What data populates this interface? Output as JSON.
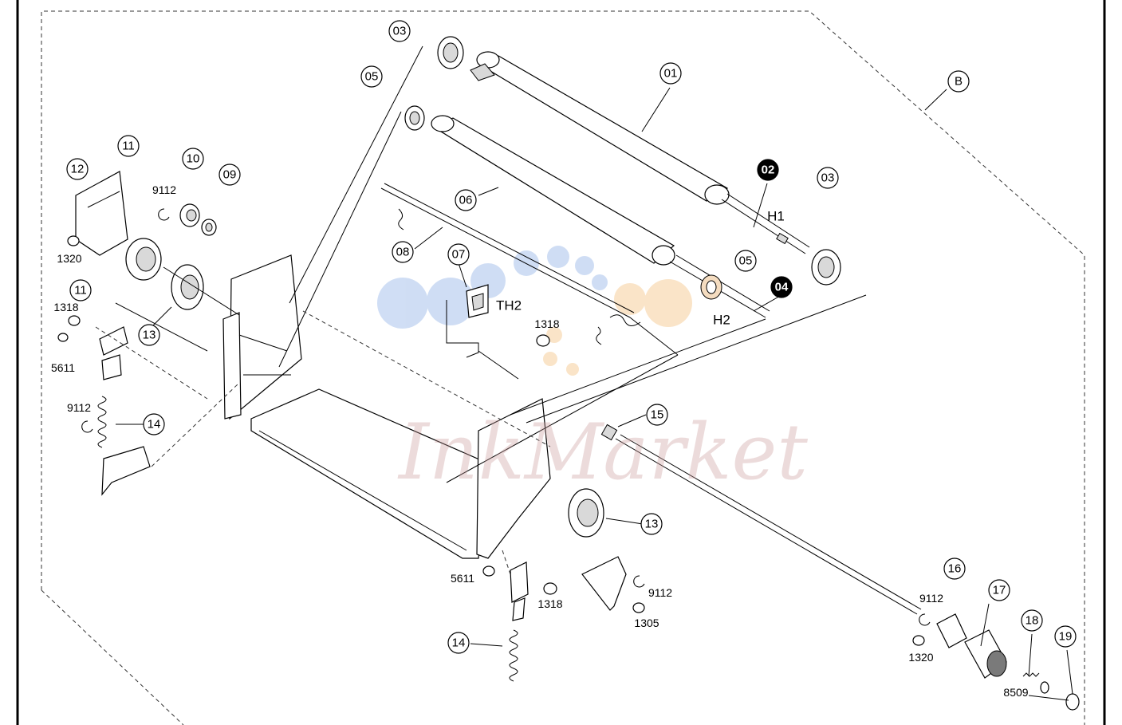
{
  "section_label": "B",
  "callouts": [
    {
      "id": "c01",
      "text": "01",
      "filled": false
    },
    {
      "id": "c02",
      "text": "02",
      "filled": true
    },
    {
      "id": "c03a",
      "text": "03",
      "filled": false
    },
    {
      "id": "c03b",
      "text": "03",
      "filled": false
    },
    {
      "id": "c04",
      "text": "04",
      "filled": true
    },
    {
      "id": "c05a",
      "text": "05",
      "filled": false
    },
    {
      "id": "c05b",
      "text": "05",
      "filled": false
    },
    {
      "id": "c06",
      "text": "06",
      "filled": false
    },
    {
      "id": "c07",
      "text": "07",
      "filled": false
    },
    {
      "id": "c08",
      "text": "08",
      "filled": false
    },
    {
      "id": "c09",
      "text": "09",
      "filled": false
    },
    {
      "id": "c10",
      "text": "10",
      "filled": false
    },
    {
      "id": "c11a",
      "text": "11",
      "filled": false
    },
    {
      "id": "c11b",
      "text": "11",
      "filled": false
    },
    {
      "id": "c12",
      "text": "12",
      "filled": false
    },
    {
      "id": "c13a",
      "text": "13",
      "filled": false
    },
    {
      "id": "c13b",
      "text": "13",
      "filled": false
    },
    {
      "id": "c14a",
      "text": "14",
      "filled": false
    },
    {
      "id": "c14b",
      "text": "14",
      "filled": false
    },
    {
      "id": "c15",
      "text": "15",
      "filled": false
    },
    {
      "id": "c16",
      "text": "16",
      "filled": false
    },
    {
      "id": "c17",
      "text": "17",
      "filled": false
    },
    {
      "id": "c18",
      "text": "18",
      "filled": false
    },
    {
      "id": "c19",
      "text": "19",
      "filled": false
    }
  ],
  "part_codes": [
    {
      "id": "p9112a",
      "text": "9112"
    },
    {
      "id": "p1320a",
      "text": "1320"
    },
    {
      "id": "p1318a",
      "text": "1318"
    },
    {
      "id": "p5611a",
      "text": "5611"
    },
    {
      "id": "p9112b",
      "text": "9112"
    },
    {
      "id": "p1318b",
      "text": "1318"
    },
    {
      "id": "p5611b",
      "text": "5611"
    },
    {
      "id": "p1318c",
      "text": "1318"
    },
    {
      "id": "p9112c",
      "text": "9112"
    },
    {
      "id": "p1305",
      "text": "1305"
    },
    {
      "id": "p9112d",
      "text": "9112"
    },
    {
      "id": "p1320b",
      "text": "1320"
    },
    {
      "id": "p8509",
      "text": "8509"
    }
  ],
  "labels": {
    "h1": "H1",
    "h2": "H2",
    "th2": "TH2"
  },
  "watermark": "InkMarket",
  "colors": {
    "line": "#000000",
    "watermark_text": "#c99a9a",
    "watermark_blue": "#9db8e6",
    "watermark_orange": "#f3c489"
  }
}
